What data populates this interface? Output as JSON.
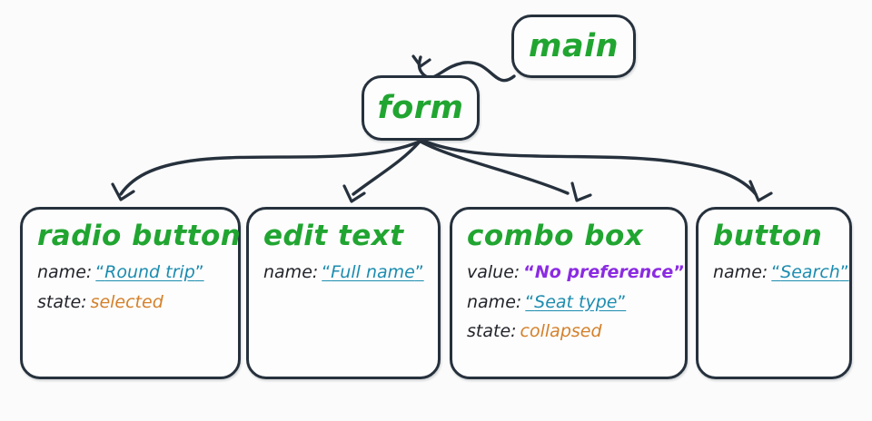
{
  "diagram": {
    "title": "accessibility-tree-diagram",
    "background": "#fbfbfb",
    "colors": {
      "node_border": "#26313d",
      "node_title": "#21a531",
      "label": "#22242a",
      "name_value": "#1c8cb0",
      "value_value": "#8b2be2",
      "state_value": "#d4802a",
      "edge": "#26313d"
    }
  },
  "nodes": {
    "main": {
      "title": "main"
    },
    "form": {
      "title": "form"
    },
    "radio_button": {
      "title": "radio button",
      "props": [
        {
          "key": "name:",
          "value": "Round trip",
          "kind": "name",
          "quoted": true
        },
        {
          "key": "state:",
          "value": "selected",
          "kind": "state",
          "quoted": false
        }
      ]
    },
    "edit_text": {
      "title": "edit text",
      "props": [
        {
          "key": "name:",
          "value": "Full name",
          "kind": "name",
          "quoted": true
        }
      ]
    },
    "combo_box": {
      "title": "combo box",
      "props": [
        {
          "key": "value:",
          "value": "No preference",
          "kind": "value",
          "quoted": true
        },
        {
          "key": "name:",
          "value": "Seat type",
          "kind": "name",
          "quoted": true
        },
        {
          "key": "state:",
          "value": "collapsed",
          "kind": "state",
          "quoted": false
        }
      ]
    },
    "button": {
      "title": "button",
      "props": [
        {
          "key": "name:",
          "value": "Search",
          "kind": "name",
          "quoted": true
        }
      ]
    }
  },
  "edges": [
    {
      "from": "main",
      "to": "form"
    },
    {
      "from": "form",
      "to": "radio_button"
    },
    {
      "from": "form",
      "to": "edit_text"
    },
    {
      "from": "form",
      "to": "combo_box"
    },
    {
      "from": "form",
      "to": "button"
    }
  ],
  "quotes": {
    "open": "“",
    "close": "”"
  }
}
